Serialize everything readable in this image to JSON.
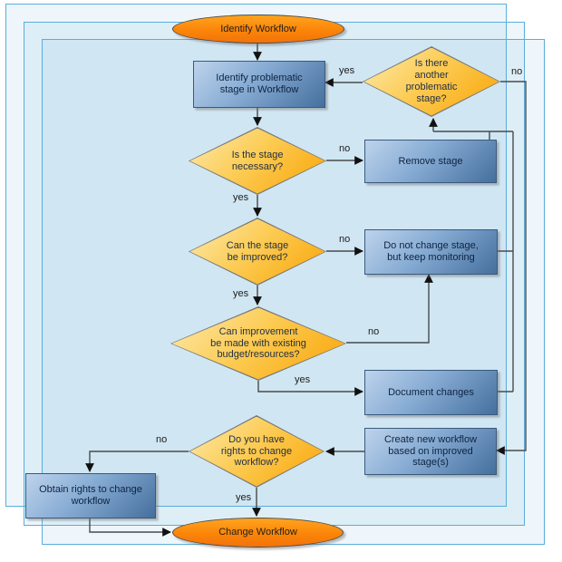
{
  "diagram_type": "flowchart",
  "colors": {
    "panel_border": "#5aaed9",
    "panel_fill_tint": "#55aadc",
    "terminator_fill": "#fb8508",
    "process_fill_dark": "#456f9e",
    "process_fill_light": "#bdd3ec",
    "decision_fill_dark": "#f9a303",
    "decision_fill_light": "#fdeaae",
    "connector": "#4a4a4a"
  },
  "nodes": {
    "start": {
      "type": "terminator",
      "label": "Identify Workflow"
    },
    "identify_stage": {
      "type": "process",
      "label": "Identify problematic\nstage in Workflow"
    },
    "another_problematic": {
      "type": "decision",
      "label": "Is there\nanother\nproblematic\nstage?"
    },
    "stage_necessary": {
      "type": "decision",
      "label": "Is the stage\nnecessary?"
    },
    "remove_stage": {
      "type": "process",
      "label": "Remove stage"
    },
    "stage_improvable": {
      "type": "decision",
      "label": "Can the stage\nbe improved?"
    },
    "keep_monitoring": {
      "type": "process",
      "label": "Do not change stage,\nbut keep monitoring"
    },
    "improvement_budget": {
      "type": "decision",
      "label": "Can improvement\nbe made with existing\nbudget/resources?"
    },
    "document_changes": {
      "type": "process",
      "label": "Document changes"
    },
    "create_new_workflow": {
      "type": "process",
      "label": "Create new workflow\nbased on improved\nstage(s)"
    },
    "rights_to_change": {
      "type": "decision",
      "label": "Do you have\nrights to change\nworkflow?"
    },
    "obtain_rights": {
      "type": "process",
      "label": "Obtain rights to change\nworkflow"
    },
    "end": {
      "type": "terminator",
      "label": "Change Workflow"
    }
  },
  "edge_labels": [
    {
      "text": "yes",
      "branch": "another_problematic:yes"
    },
    {
      "text": "no",
      "branch": "another_problematic:no"
    },
    {
      "text": "no",
      "branch": "stage_necessary:no"
    },
    {
      "text": "yes",
      "branch": "stage_necessary:yes"
    },
    {
      "text": "no",
      "branch": "stage_improvable:no"
    },
    {
      "text": "yes",
      "branch": "stage_improvable:yes"
    },
    {
      "text": "no",
      "branch": "improvement_budget:no"
    },
    {
      "text": "yes",
      "branch": "improvement_budget:yes"
    },
    {
      "text": "no",
      "branch": "rights_to_change:no"
    },
    {
      "text": "yes",
      "branch": "rights_to_change:yes"
    }
  ]
}
